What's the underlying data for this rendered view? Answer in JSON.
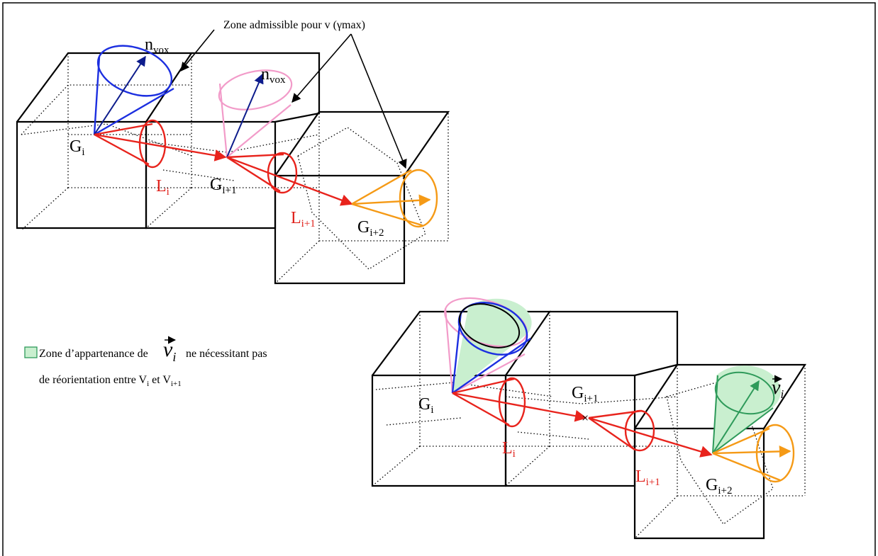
{
  "top_diagram": {
    "callout_label": "Zone admissible pour v (γmax)",
    "n_vox_1": {
      "base": "n",
      "sub": "vox"
    },
    "n_vox_2": {
      "base": "n",
      "sub": "vox"
    },
    "g_i": {
      "base": "G",
      "sub": "i"
    },
    "g_i1": {
      "base": "G",
      "sub": "i+1"
    },
    "g_i2": {
      "base": "G",
      "sub": "i+2"
    },
    "l_i": {
      "base": "L",
      "sub": "i"
    },
    "l_i1": {
      "base": "L",
      "sub": "i+1"
    }
  },
  "bottom_diagram": {
    "legend_line1_pre": "Zone d’appartenance de ",
    "legend_vector": {
      "base": "v",
      "sub": "i"
    },
    "legend_line1_post": " ne nécessitant pas",
    "legend_line2_pre": "de réorientation entre V",
    "legend_line2_sub1": "i",
    "legend_line2_mid": " et V",
    "legend_line2_sub2": "i+1",
    "g_i": {
      "base": "G",
      "sub": "i"
    },
    "g_i1": {
      "base": "G",
      "sub": "i+1"
    },
    "g_i2": {
      "base": "G",
      "sub": "i+2"
    },
    "l_i": {
      "base": "L",
      "sub": "i"
    },
    "l_i1": {
      "base": "L",
      "sub": "i+1"
    },
    "v_i": {
      "base": "v",
      "sub": "i"
    }
  },
  "colors": {
    "red": "#e8231c",
    "blue": "#1c2fe0",
    "pink": "#f29bc9",
    "orange": "#f59a16",
    "navy": "#0d1c8c",
    "green": "#2e9a5a",
    "green_fill": "#c9efcf"
  }
}
